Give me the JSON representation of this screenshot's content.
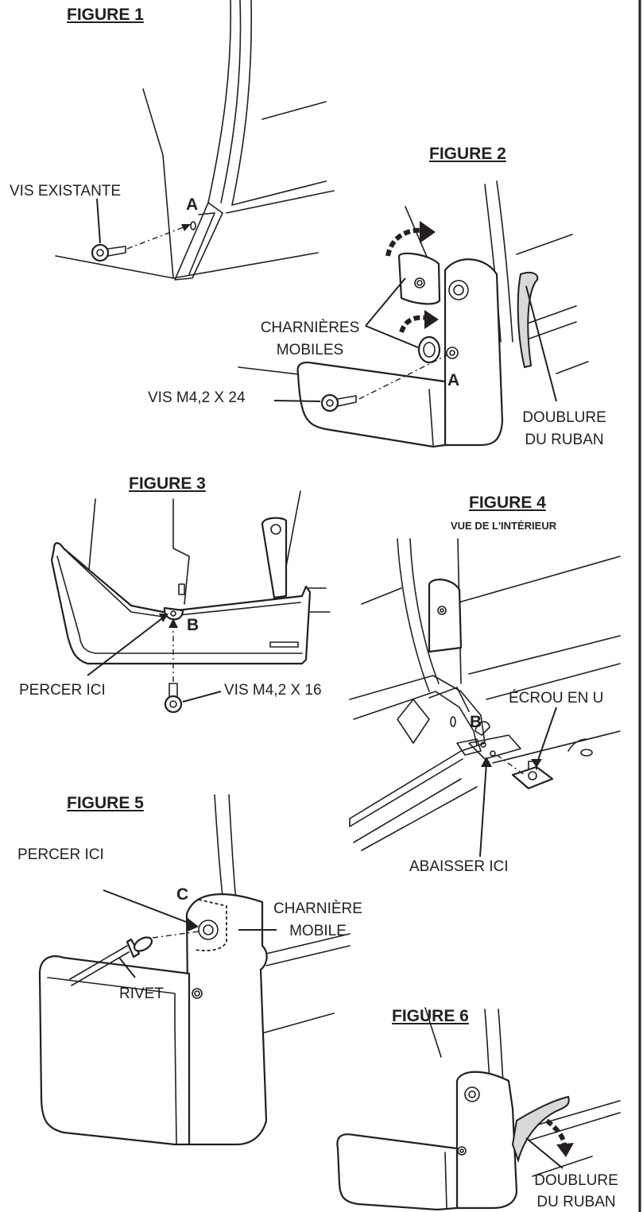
{
  "figures": {
    "fig1": {
      "title": "FIGURE 1",
      "screw_label": "VIS EXISTANTE",
      "point": "A"
    },
    "fig2": {
      "title": "FIGURE 2",
      "hinge_label_1": "CHARNIÈRES",
      "hinge_label_2": "MOBILES",
      "screw_label": "VIS M4,2 X 24",
      "point": "A",
      "liner_label_1": "DOUBLURE",
      "liner_label_2": "DU RUBAN"
    },
    "fig3": {
      "title": "FIGURE 3",
      "drill_label": "PERCER ICI",
      "screw_label": "VIS M4,2 X 16",
      "point": "B"
    },
    "fig4": {
      "title": "FIGURE 4",
      "subtitle": "VUE DE L'INTÉRIEUR",
      "nut_label": "ÉCROU EN U",
      "press_label": "ABAISSER ICI",
      "point": "B"
    },
    "fig5": {
      "title": "FIGURE 5",
      "drill_label": "PERCER ICI",
      "hinge_label_1": "CHARNIÈRE",
      "hinge_label_2": "MOBILE",
      "rivet_label": "RIVET",
      "point": "C"
    },
    "fig6": {
      "title": "FIGURE 6",
      "liner_label_1": "DOUBLURE",
      "liner_label_2": "DU RUBAN"
    }
  }
}
